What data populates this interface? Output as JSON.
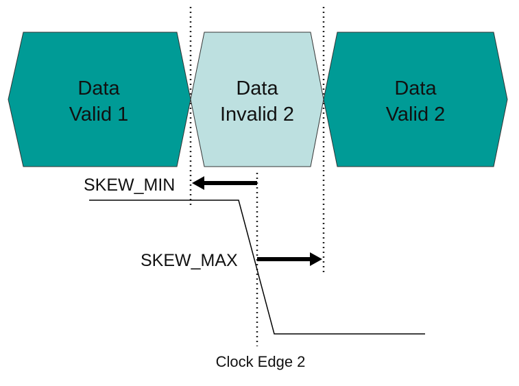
{
  "boxes": {
    "valid1": {
      "line1": "Data",
      "line2": "Valid 1"
    },
    "invalid2": {
      "line1": "Data",
      "line2": "Invalid 2"
    },
    "valid2": {
      "line1": "Data",
      "line2": "Valid 2"
    }
  },
  "labels": {
    "skew_min": "SKEW_MIN",
    "skew_max": "SKEW_MAX",
    "clock_edge": "Clock Edge 2"
  },
  "colors": {
    "valid": "#009b96",
    "invalid": "#bde0e0",
    "stroke": "#333333"
  }
}
